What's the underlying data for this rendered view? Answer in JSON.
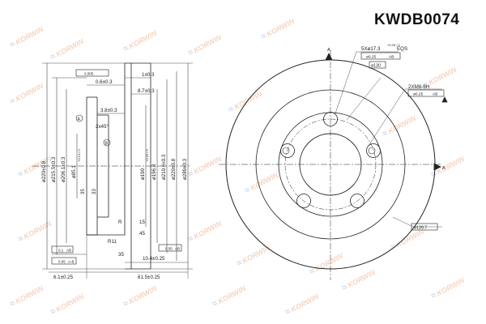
{
  "part_number": "KWDB0074",
  "watermark": "KORWIN",
  "side_view": {
    "dims": {
      "top_left": "0.6±0.3",
      "top_right": "1±0.3",
      "thickness": "8.7±0.3",
      "hub_depth": "3.8±0.3",
      "bottom_right": "10.4±0.25",
      "bottom_left": "6.1±0.25",
      "overall_height": "61.5±0.25",
      "d220": "ø220±0.8",
      "d215": "ø215.5±0.3",
      "d206": "ø206.1±0.3",
      "d85": "ø85.1",
      "d85_tol": "+0.14 / 0",
      "d190": "ø190",
      "d190_tol": "+0.25 / 0",
      "d196": "ø196.8",
      "d210": "ø210.6±0.3",
      "d220b": "ø220±0.8",
      "d289": "ø289±0.3",
      "chamfer": "2x45°",
      "r11": "R11",
      "r_small": "R",
      "d35": "35",
      "d45": "45",
      "d15": "15",
      "d35b": "35",
      "d33": "33"
    },
    "gdt": {
      "flatness_top": "0.005",
      "parallel_bottom": "0.1",
      "parallel_bottom_datum": "AB",
      "runout": "0.05",
      "runout_datum": "A-B",
      "runout_right": "0.05",
      "runout_right_datum": "AB"
    },
    "datum_a": "A",
    "datum_b": "B"
  },
  "front_view": {
    "bolt_holes": "5Xø17.3",
    "bolt_holes_tol": "+0.25 / 0",
    "bolt_holes_eqs": "EQS",
    "position_tol": "ø0.25",
    "position_datum": "AB",
    "pcd": "ø130",
    "threaded": "2XM8-6H",
    "threaded_tol": "ø0.25",
    "threaded_datum": "AB",
    "pilot": "ø139.7",
    "datum_a_top": "A",
    "datum_a_right": "A"
  }
}
